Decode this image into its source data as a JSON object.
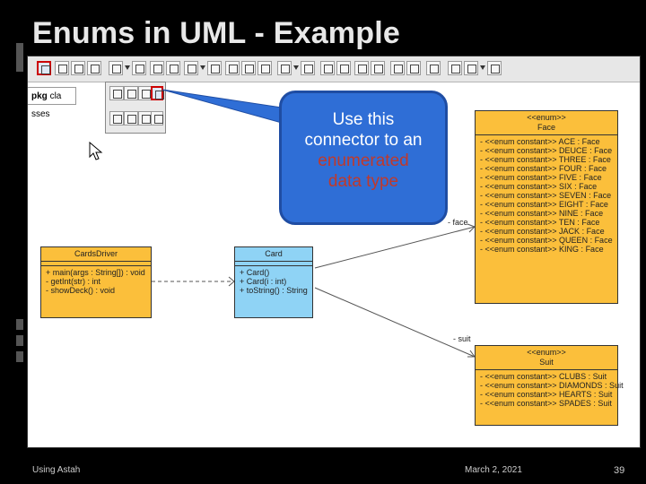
{
  "slide": {
    "title": "Enums in UML - Example",
    "footer_left": "Using Astah",
    "footer_date": "March 2, 2021",
    "page_number": "39"
  },
  "editor": {
    "tab_prefix": "pkg",
    "tab_label": "cla sses"
  },
  "callout": {
    "line1": "Use this",
    "line2": "connector to an",
    "line3": "enumerated",
    "line4": "data type"
  },
  "classes": {
    "cards_driver": {
      "name": "CardsDriver",
      "methods": [
        "+ main(args : String[]) : void",
        "- getInt(str) : int",
        "- showDeck() : void"
      ]
    },
    "card": {
      "name": "Card",
      "methods": [
        "+ Card()",
        "+ Card(i : int)",
        "+ toString() : String"
      ]
    },
    "face": {
      "stereotype": "<<enum>>",
      "name": "Face",
      "literals": [
        "- <<enum constant>> ACE : Face",
        "- <<enum constant>> DEUCE : Face",
        "- <<enum constant>> THREE : Face",
        "- <<enum constant>> FOUR : Face",
        "- <<enum constant>> FIVE : Face",
        "- <<enum constant>> SIX : Face",
        "- <<enum constant>> SEVEN : Face",
        "- <<enum constant>> EIGHT : Face",
        "- <<enum constant>> NINE : Face",
        "- <<enum constant>> TEN : Face",
        "- <<enum constant>> JACK : Face",
        "- <<enum constant>> QUEEN : Face",
        "- <<enum constant>> KING : Face"
      ]
    },
    "suit": {
      "stereotype": "<<enum>>",
      "name": "Suit",
      "literals": [
        "- <<enum constant>> CLUBS : Suit",
        "- <<enum constant>> DIAMONDS : Suit",
        "- <<enum constant>> HEARTS : Suit",
        "- <<enum constant>> SPADES : Suit"
      ]
    }
  },
  "associations": {
    "face_role": "- face",
    "suit_role": "- suit"
  },
  "colors": {
    "enum_fill": "#fbbf3b",
    "class_fill": "#8fd3f5",
    "callout_fill": "#2f6ed6",
    "callout_highlight": "#c0392b"
  }
}
